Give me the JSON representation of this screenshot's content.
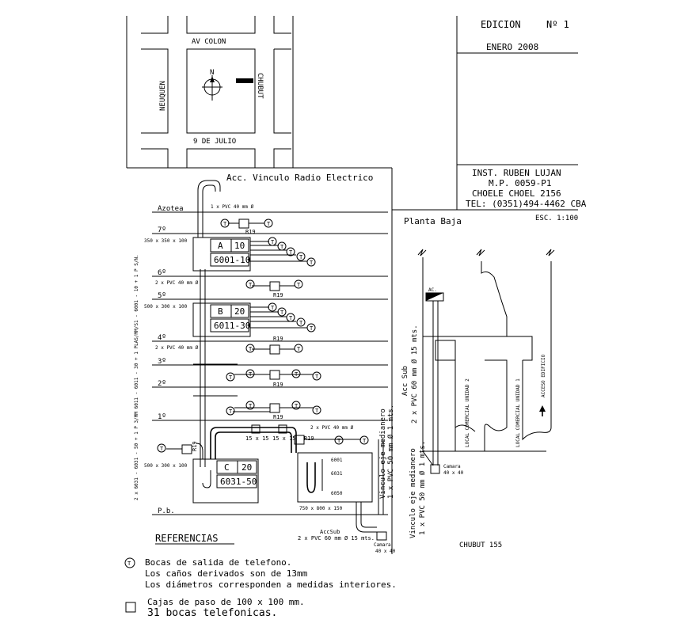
{
  "edition": {
    "title": "EDICION",
    "number": "Nº 1",
    "date": "ENERO 2008"
  },
  "installer": {
    "name": "INST. RUBEN LUJAN",
    "mp": "M.P. 0059-P1",
    "address": "CHOELE CHOEL 2156",
    "tel": "TEL: (0351)494-4462 CBA"
  },
  "location_map": {
    "north_street": "AV COLON",
    "south_street": "9 DE JULIO",
    "west_street": "NEUQUEN",
    "east_street": "CHUBUT",
    "north_label": "N"
  },
  "riser": {
    "radio_link": "Acc. Vinculo Radio Electrico",
    "vertical_cable": "2 x 6031 - 6031 - 50 + 1 P 3/MM 6011 - 6011 - 30 + 1 PLAS/MM/S1 - 6001 - 10 + 1 P S/N.",
    "floors": [
      "Azotea",
      "7º",
      "6º",
      "5º",
      "4º",
      "3º",
      "2º",
      "1º",
      "P.b."
    ],
    "pipes": {
      "azotea": "1 x PVC 40 mm Ø",
      "between": "2 x PVC 40 mm Ø",
      "first_floor": "2 x PVC 40 mm Ø",
      "acc_sub_bottom": "2 x PVC 60 mm Ø 15 mts."
    },
    "boxes": [
      {
        "letter": "A",
        "pairs": "10",
        "code": "6001-10",
        "size": "350 x 350 x 100"
      },
      {
        "letter": "B",
        "pairs": "20",
        "code": "6011-30",
        "size": "500 x 300 x 100"
      },
      {
        "letter": "C",
        "pairs": "20",
        "code": "6031-50",
        "size": "500 x 300 x 100"
      }
    ],
    "r19": "R19",
    "t_label": "T",
    "small_box": "15 x 15",
    "main_box": {
      "size": "750 x 800 x 150",
      "codes": [
        "6001",
        "6031",
        "6050"
      ]
    },
    "acc_sub_label": "AccSub",
    "camera": {
      "label": "Camara",
      "size": "40 x 40"
    },
    "medianero_1": "Vinculo eje medianero",
    "medianero_1b": "1 x PVC 50 mm Ø 1 mts."
  },
  "plan": {
    "title": "Planta Baja",
    "scale": "ESC. 1:100",
    "ac_label": "AC.",
    "acc_sub": "Acc Sub",
    "acc_sub_pipe": "2 x PVC 60 mm Ø 15 mts.",
    "medianero": "Vinculo eje medianero",
    "medianero_pipe": "1 x PVC 50 mm Ø 1 mts.",
    "camera_label": "Camara",
    "camera_size": "40 x 40",
    "unit_2": "LOCAL COMERCIAL UNIDAD 2",
    "unit_1": "LOCAL COMERCIAL UNIDAD 1",
    "access": "ACCESO EDIFICIO",
    "street": "CHUBUT 155"
  },
  "references": {
    "title": "REFERENCIAS",
    "outlet_1": "Bocas de salida de telefono.",
    "outlet_2": "Los caños derivados son de 13mm",
    "outlet_3": "Los diámetros corresponden a medidas interiores.",
    "box_1": "Cajas de paso de 100 x 100 mm.",
    "box_2": "31 bocas telefonicas."
  }
}
